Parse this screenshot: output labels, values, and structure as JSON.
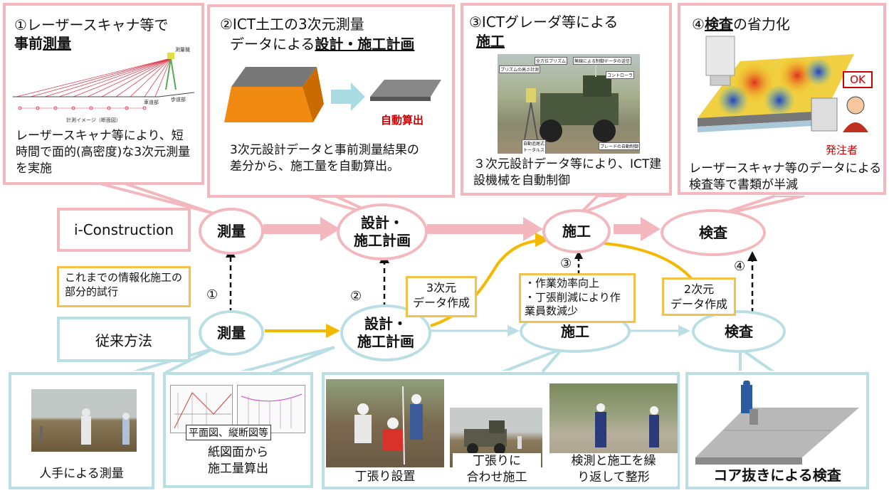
{
  "panels": {
    "p1": {
      "title_line1": "①レーザースキャナ等で",
      "title_line2_a": "事前",
      "title_line2_b": "測量",
      "body": "レーザースキャナ等により、短時間で面的(高密度)な3次元測量を実施",
      "fig_caption": "計測イメージ（断面図）",
      "fig_label_1": "測量機",
      "fig_label_2": "車道部",
      "fig_label_3": "歩道部"
    },
    "p2": {
      "title_line1": "②ICT土工の3次元測量",
      "title_line2_a": "データによる",
      "title_line2_b": "設計・施工計画",
      "auto_calc": "自動算出",
      "body": "3次元設計データと事前測量結果の差分から、施工量を自動算出。"
    },
    "p3": {
      "title_line1": "③ICTグレーダ等による",
      "title_line2": "施工",
      "body": "３次元設計データ等により、ICT建設機械を自動制御",
      "photo_labels": [
        "全方位プリズム",
        "プリズムの高さ計測",
        "無線による制御データの送信",
        "コントローラ",
        "自動追尾式トータルステーション",
        "ブレードの自動制御"
      ]
    },
    "p4": {
      "title_a": "④",
      "title_b": "検査",
      "title_c": "の省力化",
      "ok": "OK",
      "client": "発注者",
      "body": "レーザースキャナ等のデータによる検査等で書類が半減"
    }
  },
  "flow": {
    "iconstruction_label": "i-Construction",
    "conventional_label": "従来方法",
    "partial_trial": "これまでの情報化施工の部分的試行",
    "top_nodes": [
      "測量",
      "設計・\n施工計画",
      "施工",
      "検査"
    ],
    "bottom_nodes": [
      "測量",
      "設計・\n施工計画",
      "施工",
      "検査"
    ],
    "markers": [
      "①",
      "②",
      "③",
      "④"
    ],
    "data3d": "3次元\nデータ作成",
    "data2d": "2次元\nデータ作成",
    "efficiency": "・作業効率向上\n・丁張削減により作業員数減少"
  },
  "bottom_panels": {
    "manual": {
      "caption": "人手による測量"
    },
    "drawings": {
      "label": "平面図、縦断図等",
      "caption": "紙図面から\n施工量算出"
    },
    "construction": {
      "cap1": "丁張り設置",
      "cap2": "丁張りに\n合わせ施工",
      "cap3": "検測と施工を繰\nり返して整形"
    },
    "core": {
      "caption": "コア抜きによる検査"
    }
  },
  "colors": {
    "pink": "#f2b8bd",
    "blue": "#b9dee4",
    "yellow": "#f5b800",
    "red": "#cc0000"
  }
}
